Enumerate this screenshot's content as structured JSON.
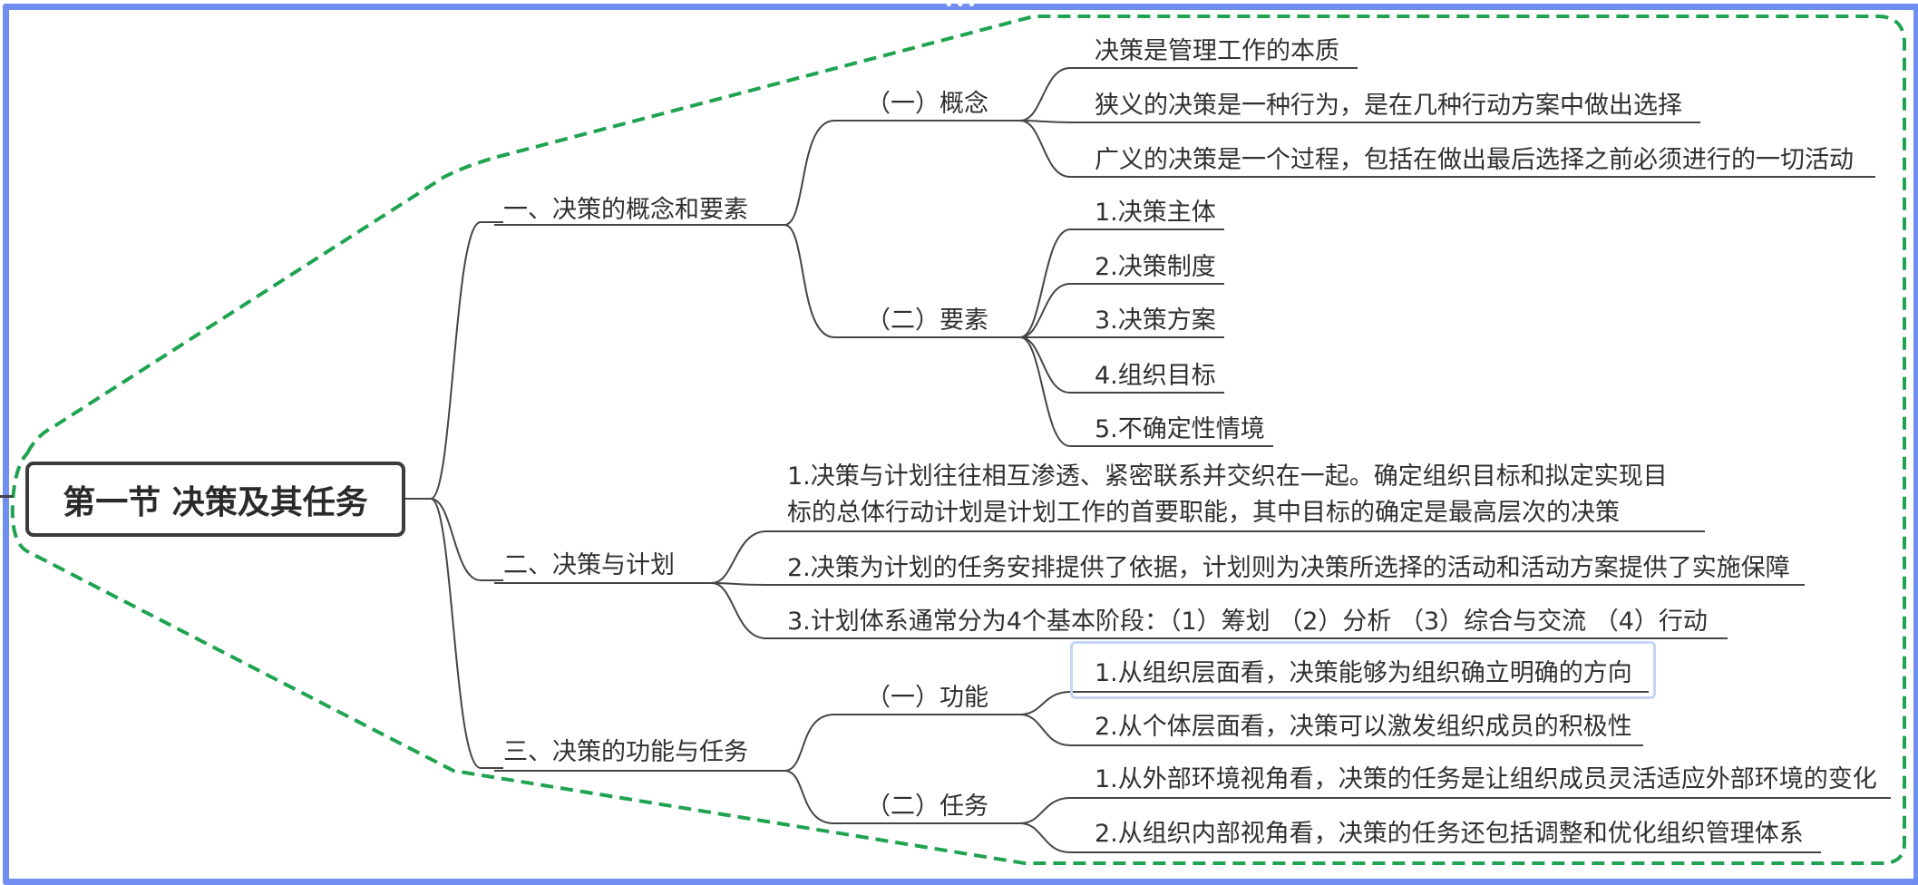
{
  "root": {
    "label": "第一节 决策及其任务"
  },
  "branches": [
    {
      "label": "一、决策的概念和要素",
      "children": [
        {
          "label": "（一）概念",
          "children": [
            "决策是管理工作的本质",
            "狭义的决策是一种行为，是在几种行动方案中做出选择",
            "广义的决策是一个过程，包括在做出最后选择之前必须进行的一切活动"
          ]
        },
        {
          "label": "（二）要素",
          "children": [
            "1.决策主体",
            "2.决策制度",
            "3.决策方案",
            "4.组织目标",
            "5.不确定性情境"
          ]
        }
      ]
    },
    {
      "label": "二、决策与计划",
      "children": [
        {
          "label": "1.决策与计划往往相互渗透、紧密联系并交织在一起。确定组织目标和拟定实现目标的总体行动计划是计划工作的首要职能，其中目标的确定是最高层次的决策"
        },
        {
          "label": "2.决策为计划的任务安排提供了依据，计划则为决策所选择的活动和活动方案提供了实施保障"
        },
        {
          "label": "3.计划体系通常分为4个基本阶段：（1）筹划 （2）分析 （3）综合与交流 （4）行动"
        }
      ]
    },
    {
      "label": "三、决策的功能与任务",
      "children": [
        {
          "label": "（一）功能",
          "children": [
            "1.从组织层面看，决策能够为组织确立明确的方向",
            "2.从个体层面看，决策可以激发组织成员的积极性"
          ]
        },
        {
          "label": "（二）任务",
          "children": [
            "1.从外部环境视角看，决策的任务是让组织成员灵活适应外部环境的变化",
            "2.从组织内部视角看，决策的任务还包括调整和优化组织管理体系"
          ]
        }
      ]
    }
  ],
  "colors": {
    "frame": "#6f8ef0",
    "boundary": "#1fa351",
    "line": "#454545",
    "selection": "#c3d4f4"
  }
}
